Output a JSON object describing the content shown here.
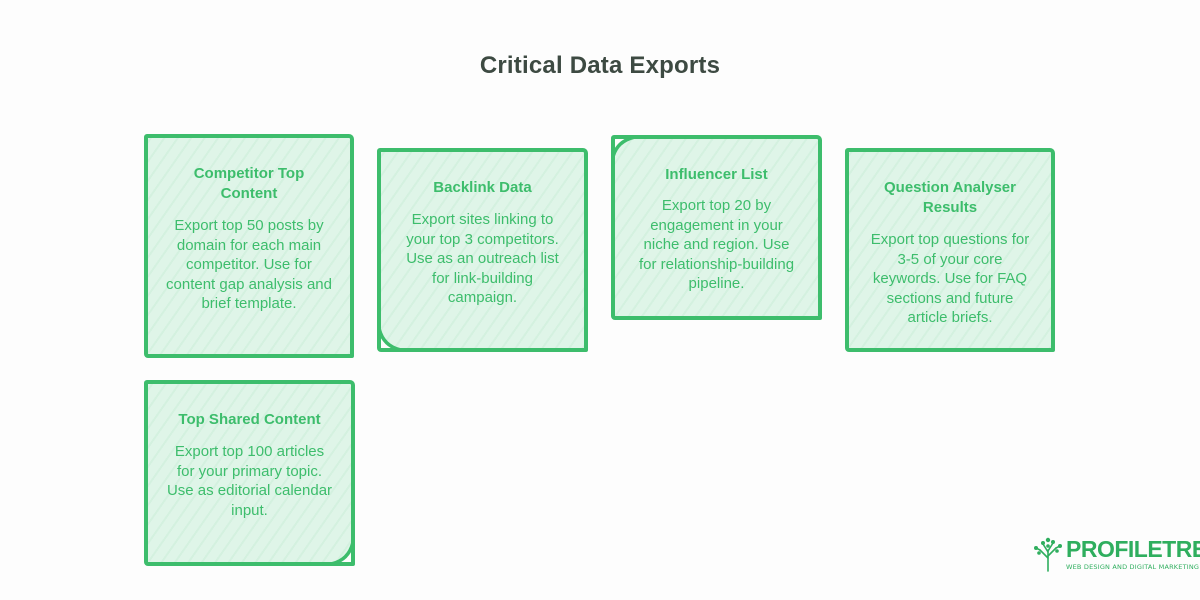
{
  "title": "Critical Data Exports",
  "colors": {
    "accent": "#3dbd6c",
    "card_fill": "#dff5e8",
    "title_text": "#3d4a42"
  },
  "cards": [
    {
      "title": "Competitor Top Content",
      "body": "Export top 50 posts by domain for each main competitor. Use for content gap analysis and brief template."
    },
    {
      "title": "Backlink Data",
      "body": "Export sites linking to your top 3 competitors. Use as an outreach list for link-building campaign."
    },
    {
      "title": "Influencer List",
      "body": "Export top 20 by engagement in your niche and region. Use for relationship-building pipeline."
    },
    {
      "title": "Question Analyser Results",
      "body": "Export top questions for 3-5 of your core keywords. Use for FAQ sections and future article briefs."
    },
    {
      "title": "Top Shared Content",
      "body": "Export top 100 articles for your primary topic. Use as editorial calendar input."
    }
  ],
  "logo": {
    "name": "PROFILETREE",
    "tagline": "WEB DESIGN AND DIGITAL MARKETING",
    "icon": "tree-icon"
  }
}
